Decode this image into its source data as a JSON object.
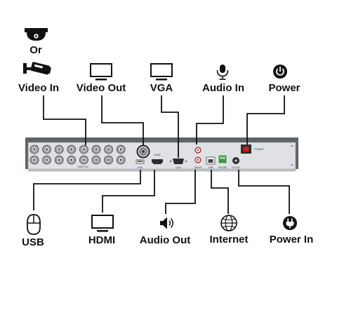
{
  "labels": {
    "alt": "Or",
    "video_in": "Video In",
    "video_out": "Video Out",
    "vga": "VGA",
    "audio_in": "Audio In",
    "power": "Power",
    "usb": "USB",
    "hdmi": "HDMI",
    "audio_out": "Audio Out",
    "internet": "Internet",
    "power_in": "Power In"
  },
  "panel": {
    "video_in": "VIDEO IN",
    "usb": "USB",
    "hdmi": "HDMI",
    "vga": "VGA",
    "audio": "AUDIO",
    "lan": "LAN",
    "rs485": "RS-485",
    "dc": "12V DC",
    "power": "POWER"
  },
  "colors": {
    "chassis": "#5f6368",
    "panel": "#dfe1e4",
    "line": "#111111"
  }
}
